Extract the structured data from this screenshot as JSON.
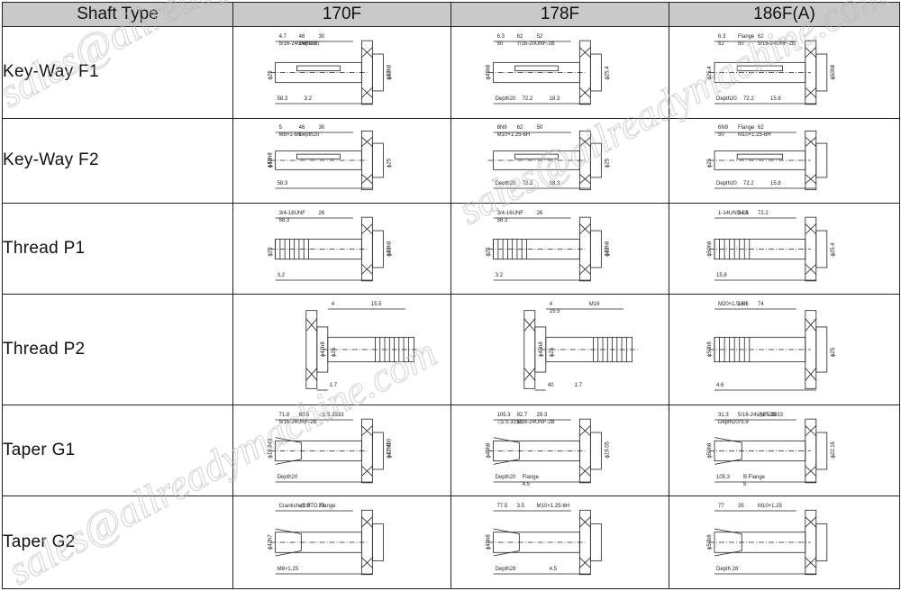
{
  "table": {
    "header": {
      "shaft_type": "Shaft Type",
      "models": [
        "170F",
        "178F",
        "186F(A)"
      ]
    },
    "rows": [
      {
        "label": "Key-Way F1",
        "cells": [
          {
            "dims": [
              "4.7",
              "48",
              "30",
              "5/16-24UNF-2B",
              "Depth20",
              "58.3",
              "3.2",
              "ϕ42h8",
              "ϕ25",
              "ϕ19"
            ]
          },
          {
            "dims": [
              "6.3",
              "62",
              "52",
              "50",
              "7/16-20UNF-2B",
              "Depth20",
              "72.2",
              "18.3",
              "ϕ45h8",
              "ϕ25.4"
            ]
          },
          {
            "dims": [
              "6.3",
              "Flange",
              "62",
              "52",
              "50",
              "5/16-24UNF-2B",
              "Depth20",
              "72.2",
              "15.8",
              "ϕ50h8",
              "ϕ25.4"
            ]
          }
        ]
      },
      {
        "label": "Key-Way F2",
        "cells": [
          {
            "dims": [
              "5",
              "46",
              "30",
              "M8×1-6H",
              "Depth20",
              "58.3",
              "ϕ42h8",
              "ϕ25",
              "ϕ19"
            ]
          },
          {
            "dims": [
              "6N9",
              "62",
              "50",
              "M10×1.25-6H",
              "Depth20",
              "72.2",
              "18.3",
              "ϕ25"
            ]
          },
          {
            "dims": [
              "6N9",
              "Flange",
              "62",
              "50",
              "M10×1.25-6H",
              "Depth20",
              "72.2",
              "15.8",
              "ϕ25"
            ]
          }
        ]
      },
      {
        "label": "Thread P1",
        "cells": [
          {
            "dims": [
              "3/4-16UNF",
              "ϕ19",
              "26",
              "58.3",
              "3.2",
              "ϕ42h8",
              "ϕ25"
            ]
          },
          {
            "dims": [
              "3/4-16UNF",
              "ϕ19",
              "26",
              "58.3",
              "3.2",
              "ϕ42h8",
              "ϕ25"
            ]
          },
          {
            "dims": [
              "1-14UNS-2A",
              "34.5",
              "72.2",
              "15.8",
              "ϕ50h8",
              "ϕ25.4"
            ]
          }
        ]
      },
      {
        "label": "Thread P2",
        "cells": [
          {
            "dims": [
              "4",
              "ϕ25",
              "15.5",
              "1.7",
              "ϕ42h8"
            ]
          },
          {
            "dims": [
              "4",
              "ϕ25",
              "M16",
              "15.5",
              "40",
              "1.7",
              "ϕ45h8"
            ]
          },
          {
            "dims": [
              "M20×1.5-6h",
              "19.5",
              "74",
              "4.6",
              "ϕ50h8",
              "ϕ25"
            ]
          }
        ]
      },
      {
        "label": "Taper G1",
        "cells": [
          {
            "dims": [
              "71.8",
              "60.5",
              "◁1:5.3333",
              "5/16-24UNF-2B",
              "Depth20",
              "ϕ17.450",
              "ϕ19.843",
              "ϕ42h8"
            ]
          },
          {
            "dims": [
              "105.3",
              "92.7",
              "29.3",
              "◁1:5.3333",
              "5/16-24UNF-2B",
              "Depth20",
              "Flange",
              "ϕ19.05",
              "ϕ45h8",
              "4.5"
            ]
          },
          {
            "dims": [
              "31.3",
              "5/16-24UNF-2B",
              "◁1:5.3333",
              "Depth20",
              "75.9",
              "105.3",
              "B Flange",
              "ϕ22.16",
              "ϕ50h8",
              "5"
            ]
          }
        ]
      },
      {
        "label": "Taper G2",
        "cells": [
          {
            "dims": [
              "Crankshaft PTO Flange",
              "◁1:5",
              "23",
              "M8×1.25",
              "ϕ42h7"
            ]
          },
          {
            "dims": [
              "77.5",
              "3.5",
              "M10×1.25-6H",
              "Depth28",
              "ϕ45h8",
              "4.5"
            ]
          },
          {
            "dims": [
              "77",
              "35",
              "M10×1.25",
              "Depth 28",
              "ϕ50h8"
            ]
          }
        ]
      }
    ]
  },
  "watermark": "sales@allreadymachine.com",
  "colors": {
    "header_bg": "#c9c9c9",
    "line": "#222222",
    "watermark": "#b8b8b8"
  }
}
